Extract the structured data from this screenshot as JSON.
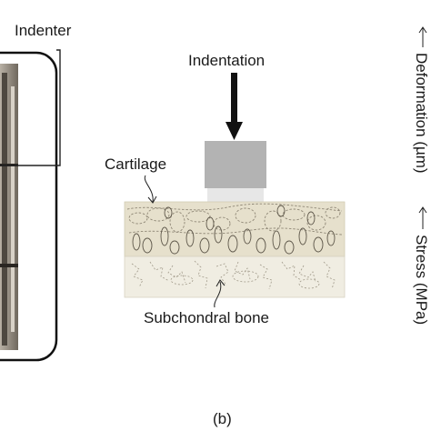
{
  "labels": {
    "indenter": "Indenter",
    "indentation": "Indentation",
    "cartilage": "Cartilage",
    "subchondral_bone": "Subchondral bone",
    "panel_b": "(b)",
    "deformation_axis": "Deformation (µm)",
    "stress_axis": "Stress (MPa)"
  },
  "colors": {
    "cartilage_fill": "#e6e0cc",
    "bone_fill": "#f0ede2",
    "indenter_fill": "#b3b3b3",
    "indenter_tip": "#e7e7e7",
    "arrow": "#111111"
  }
}
